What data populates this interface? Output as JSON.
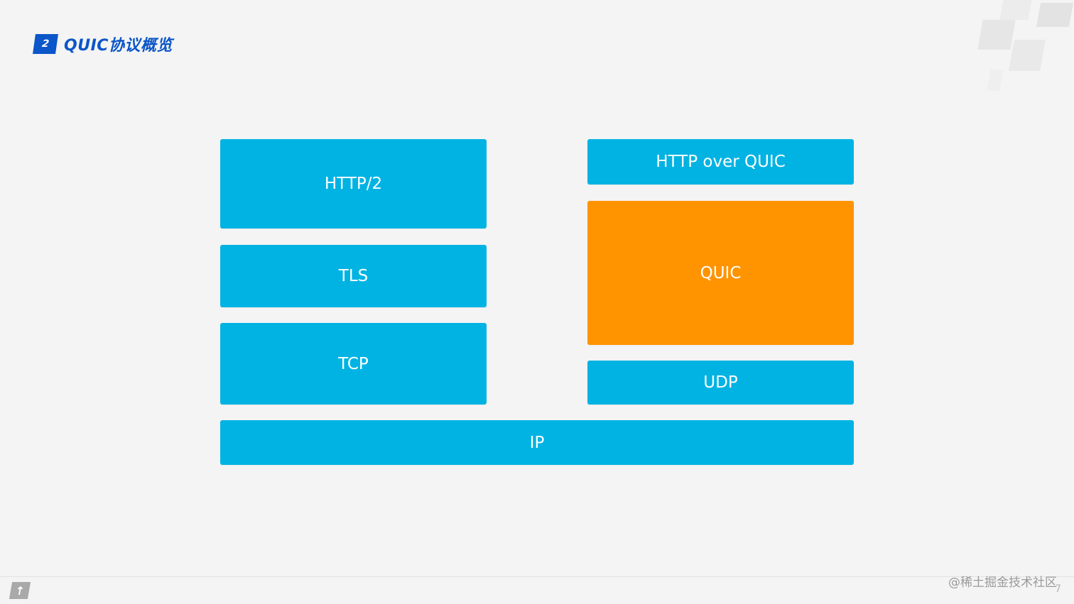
{
  "header": {
    "section_number": "2",
    "title": "QUIC协议概览"
  },
  "diagram": {
    "left_stack": {
      "http2": "HTTP/2",
      "tls": "TLS",
      "tcp": "TCP"
    },
    "right_stack": {
      "http_over_quic": "HTTP over QUIC",
      "quic": "QUIC",
      "udp": "UDP"
    },
    "shared": {
      "ip": "IP"
    }
  },
  "colors": {
    "layer_blue": "#00b3e3",
    "quic_orange": "#ff9400",
    "accent_blue": "#0b56c8",
    "background": "#f4f4f4"
  },
  "footer": {
    "watermark": "@稀土掘金技术社区",
    "page_number": "7",
    "logo_icon": "up-arrow-logo-icon"
  }
}
